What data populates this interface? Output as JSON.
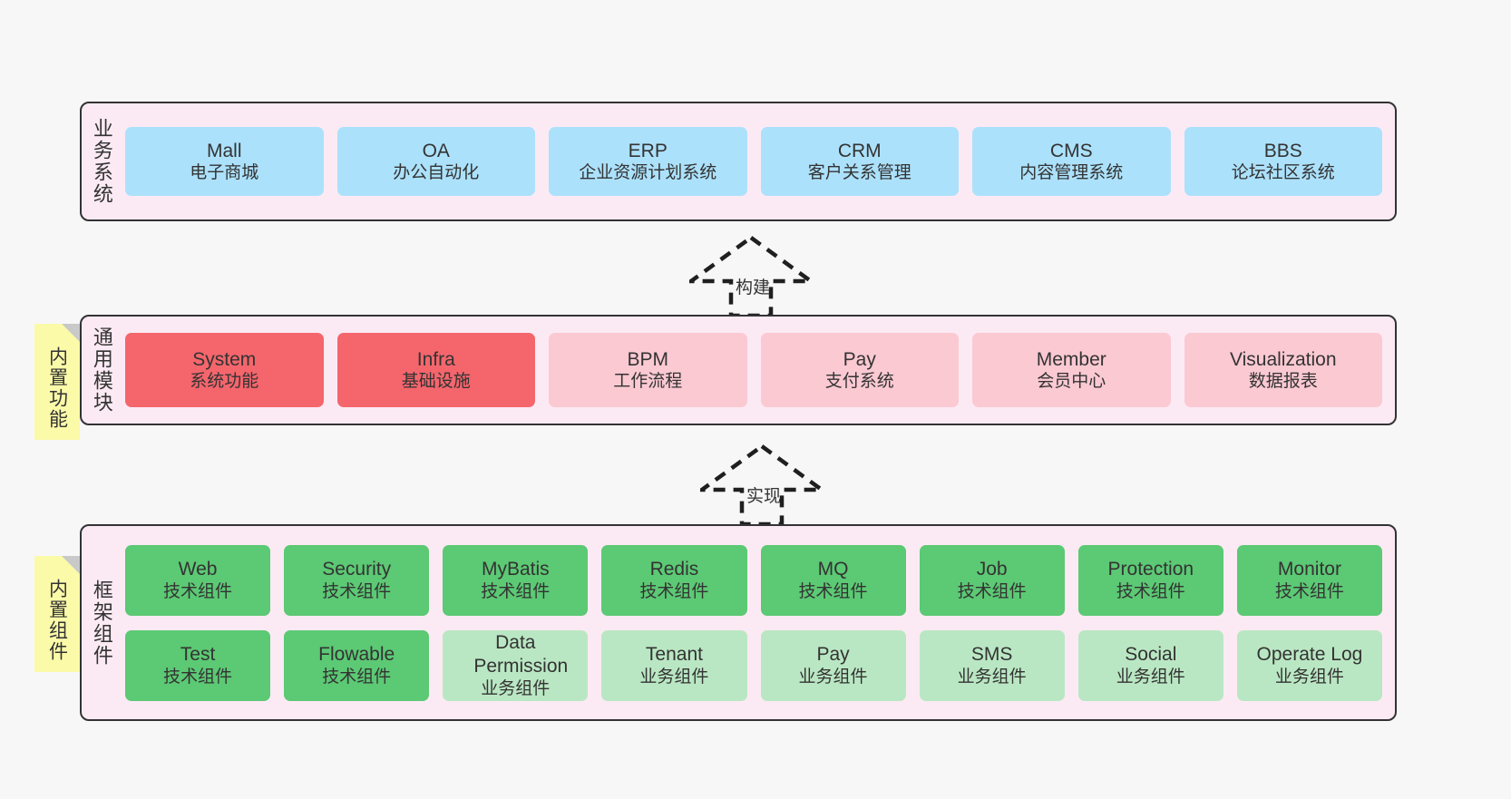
{
  "diagram": {
    "title": "",
    "background": "#f7f7f7",
    "layers": [
      {
        "key": "business",
        "title": "业务系统",
        "card_color": "#ace1fb",
        "items": [
          {
            "en": "Mall",
            "cn": "电子商城"
          },
          {
            "en": "OA",
            "cn": "办公自动化"
          },
          {
            "en": "ERP",
            "cn": "企业资源计划系统"
          },
          {
            "en": "CRM",
            "cn": "客户关系管理"
          },
          {
            "en": "CMS",
            "cn": "内容管理系统"
          },
          {
            "en": "BBS",
            "cn": "论坛社区系统"
          }
        ]
      },
      {
        "key": "common",
        "title": "通用模块",
        "note": "内置功能",
        "card_color_strong": "#f4666c",
        "card_color_light": "#fbc9d2",
        "items": [
          {
            "en": "System",
            "cn": "系统功能",
            "tone": "strong"
          },
          {
            "en": "Infra",
            "cn": "基础设施",
            "tone": "strong"
          },
          {
            "en": "BPM",
            "cn": "工作流程",
            "tone": "light"
          },
          {
            "en": "Pay",
            "cn": "支付系统",
            "tone": "light"
          },
          {
            "en": "Member",
            "cn": "会员中心",
            "tone": "light"
          },
          {
            "en": "Visualization",
            "cn": "数据报表",
            "tone": "light"
          }
        ]
      },
      {
        "key": "framework",
        "title": "框架组件",
        "note": "内置组件",
        "card_color_strong": "#5cc974",
        "card_color_light": "#bae7c3",
        "rows": [
          [
            {
              "en": "Web",
              "cn": "技术组件",
              "tone": "strong"
            },
            {
              "en": "Security",
              "cn": "技术组件",
              "tone": "strong"
            },
            {
              "en": "MyBatis",
              "cn": "技术组件",
              "tone": "strong"
            },
            {
              "en": "Redis",
              "cn": "技术组件",
              "tone": "strong"
            },
            {
              "en": "MQ",
              "cn": "技术组件",
              "tone": "strong"
            },
            {
              "en": "Job",
              "cn": "技术组件",
              "tone": "strong"
            },
            {
              "en": "Protection",
              "cn": "技术组件",
              "tone": "strong"
            },
            {
              "en": "Monitor",
              "cn": "技术组件",
              "tone": "strong"
            }
          ],
          [
            {
              "en": "Test",
              "cn": "技术组件",
              "tone": "strong"
            },
            {
              "en": "Flowable",
              "cn": "技术组件",
              "tone": "strong"
            },
            {
              "en": "Data Permission",
              "cn": "业务组件",
              "tone": "light"
            },
            {
              "en": "Tenant",
              "cn": "业务组件",
              "tone": "light"
            },
            {
              "en": "Pay",
              "cn": "业务组件",
              "tone": "light"
            },
            {
              "en": "SMS",
              "cn": "业务组件",
              "tone": "light"
            },
            {
              "en": "Social",
              "cn": "业务组件",
              "tone": "light"
            },
            {
              "en": "Operate Log",
              "cn": "业务组件",
              "tone": "light"
            }
          ]
        ]
      }
    ],
    "connectors": [
      {
        "key": "build",
        "label": "构建"
      },
      {
        "key": "implement",
        "label": "实现"
      }
    ]
  }
}
